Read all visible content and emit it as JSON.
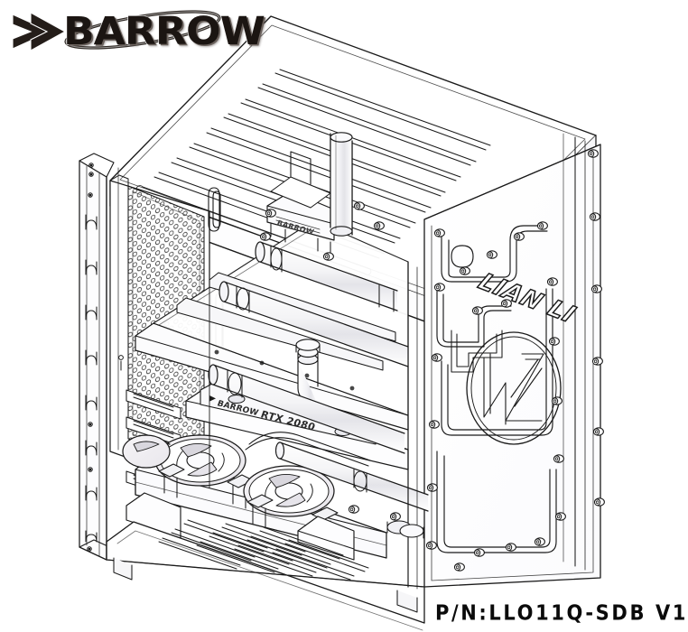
{
  "document": {
    "type": "technical-line-drawing",
    "subject": "Barrow water-cooling distribution plate installed in Lian Li O11 Dynamic chassis",
    "projection": "isometric exploded assembly view",
    "background_color": "#FFFFFF",
    "line_color": "#1A1A1A",
    "shade_color": "#EFEFF2"
  },
  "brand": {
    "name": "BARROW",
    "logo_icon": "barrow-arrow-icon",
    "swoosh_icon": "orbit-swoosh-icon",
    "text_color": "#1B1512",
    "outline_color": "#FFFFFF"
  },
  "part": {
    "label": "P/N:LLO11Q-SDB V1",
    "prefix": "P/N:",
    "code": "LLO11Q-SDB",
    "revision": "V1"
  },
  "chassis": {
    "vendor_etch": "LIAN LI",
    "panel_emblem": "circular-logo-emblem",
    "top_panel_vents": 9,
    "bottom_panel_vents": 11,
    "rear_mesh": "hexagonal-perforated-panel",
    "pci_slots": 8
  },
  "components": {
    "distro_plate": "distribution-plate",
    "cpu_block": "cpu-water-block",
    "gpu_block_brand": "BARROW",
    "gpu_model_label": "RTX 2080",
    "fan_count": 3,
    "radiator": "bottom-mounted-radiator",
    "pump_tube": "vertical-reservoir-tube",
    "fitting_count": 34
  },
  "annotations": {
    "mesh_label": "rear-hex-mesh",
    "window_label": "side-panel-window"
  }
}
